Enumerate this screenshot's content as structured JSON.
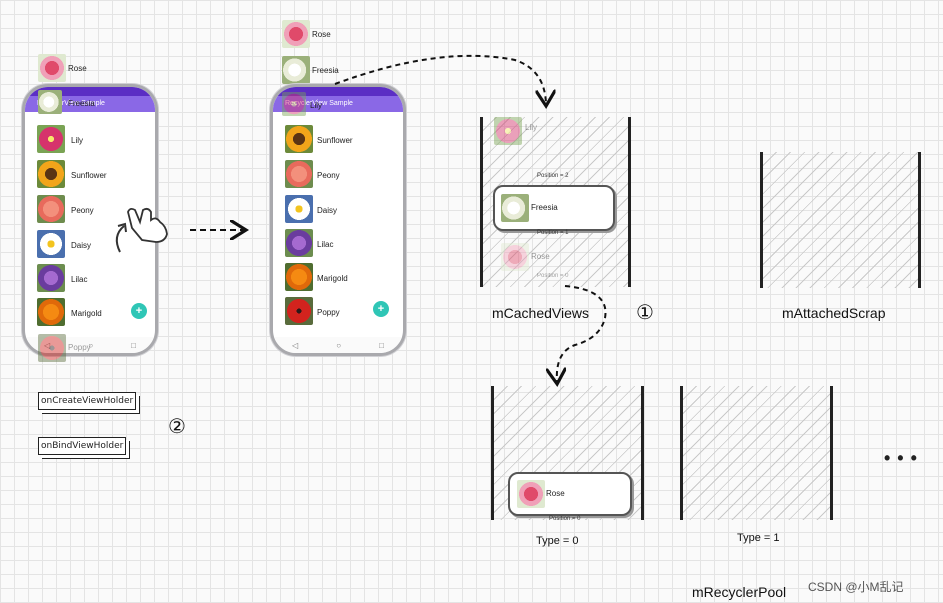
{
  "left_phone": {
    "app_title": "RecyclerView Sample",
    "above": [
      {
        "label": "Rose",
        "flower": "rose"
      },
      {
        "label": "Freesia",
        "flower": "freesia"
      }
    ],
    "items": [
      {
        "label": "Lily",
        "flower": "lily"
      },
      {
        "label": "Sunflower",
        "flower": "sunflower"
      },
      {
        "label": "Peony",
        "flower": "peony"
      },
      {
        "label": "Daisy",
        "flower": "daisy"
      },
      {
        "label": "Lilac",
        "flower": "lilac"
      },
      {
        "label": "Marigold",
        "flower": "marigold"
      }
    ],
    "below": {
      "label": "Poppy",
      "flower": "poppy"
    },
    "fab": "+"
  },
  "right_phone": {
    "app_title": "RecyclerView Sample",
    "above": [
      {
        "label": "Rose",
        "flower": "rose"
      },
      {
        "label": "Freesia",
        "flower": "freesia"
      },
      {
        "label": "Lily",
        "flower": "lily"
      }
    ],
    "items": [
      {
        "label": "Sunflower",
        "flower": "sunflower"
      },
      {
        "label": "Peony",
        "flower": "peony"
      },
      {
        "label": "Daisy",
        "flower": "daisy"
      },
      {
        "label": "Lilac",
        "flower": "lilac"
      },
      {
        "label": "Marigold",
        "flower": "marigold"
      },
      {
        "label": "Poppy",
        "flower": "poppy"
      }
    ],
    "fab": "+"
  },
  "cached_views": {
    "label": "mCachedViews",
    "entries": [
      {
        "label": "Lily",
        "position": "Position = 2"
      },
      {
        "label": "Freesia",
        "position": "Position = 1"
      },
      {
        "label": "Rose",
        "position": "Position = 0"
      }
    ]
  },
  "attached_scrap": {
    "label": "mAttachedScrap"
  },
  "recycler_pool": {
    "label": "mRecyclerPool",
    "type0": {
      "label": "Type = 0",
      "entry": "Rose",
      "position": "Position = 0"
    },
    "type1": {
      "label": "Type = 1"
    },
    "more": "• • •"
  },
  "methods": {
    "create": "onCreateViewHolder",
    "bind": "onBindViewHolder"
  },
  "step_markers": {
    "one": "①",
    "two": "②"
  },
  "watermark": "CSDN @小M乱记"
}
